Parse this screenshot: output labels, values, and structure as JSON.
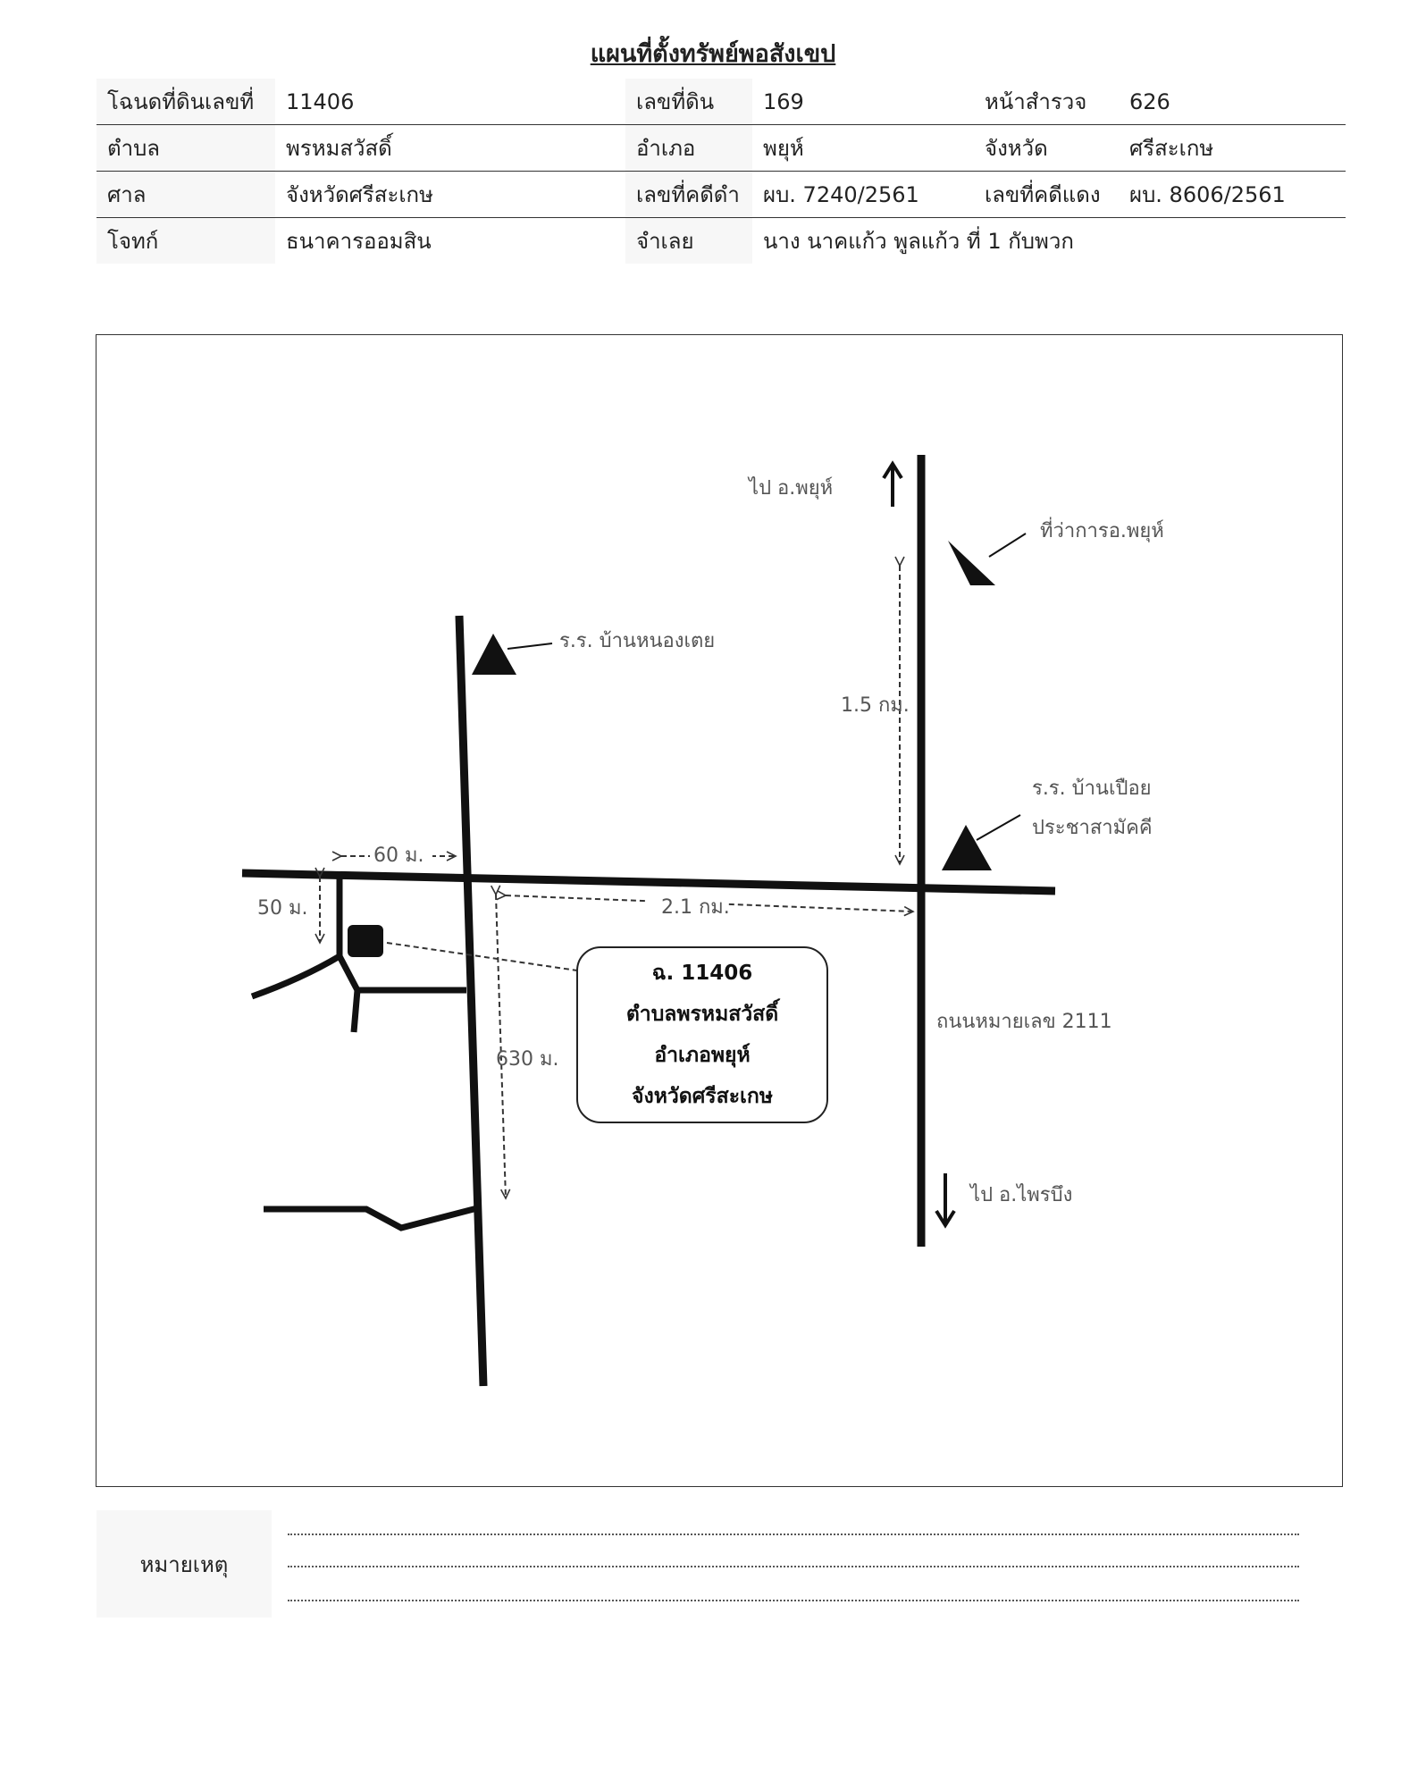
{
  "title": "แผนที่ตั้งทรัพย์พอสังเขป",
  "info": {
    "rows": [
      [
        {
          "label": "โฉนดที่ดินเลขที่"
        },
        {
          "value": "11406"
        },
        {
          "label": "เลขที่ดิน"
        },
        {
          "value": "169"
        },
        {
          "label": "หน้าสำรวจ"
        },
        {
          "value": "626"
        }
      ],
      [
        {
          "label": "ตำบล"
        },
        {
          "value": "พรหมสวัสดิ์"
        },
        {
          "label": "อำเภอ"
        },
        {
          "value": "พยุห์"
        },
        {
          "label": "จังหวัด"
        },
        {
          "value": "ศรีสะเกษ"
        }
      ],
      [
        {
          "label": "ศาล"
        },
        {
          "value": "จังหวัดศรีสะเกษ"
        },
        {
          "label": "เลขที่คดีดำ"
        },
        {
          "value": "ผบ. 7240/2561"
        },
        {
          "label": "เลขที่คดีแดง"
        },
        {
          "value": "ผบ. 8606/2561"
        }
      ],
      [
        {
          "label": "โจทก์"
        },
        {
          "value": "ธนาคารออมสิน"
        },
        {
          "label": "จำเลย"
        },
        {
          "value": "นาง นาคแก้ว พูลแก้ว ที่ 1 กับพวก"
        }
      ]
    ]
  },
  "map": {
    "to_phayu": "ไป อ.พยุห์",
    "district_office": "ที่ว่าการอ.พยุห์",
    "school_nongtoei": "ร.ร. บ้านหนองเตย",
    "school_pueai_line1": "ร.ร. บ้านเปือย",
    "school_pueai_line2": "ประชาสามัคคี",
    "dist_1_5km": "1.5 กม.",
    "dist_60m": "60 ม.",
    "dist_50m": "50 ม.",
    "dist_2_1km": "2.1 กม.",
    "dist_630m": "630 ม.",
    "road_2111": "ถนนหมายเลข 2111",
    "to_phraibueng": "ไป อ.ไพรบึง",
    "plot_box": {
      "line1": "ฉ. 11406",
      "line2": "ตำบลพรหมสวัสดิ์",
      "line3": "อำเภอพยุห์",
      "line4": "จังหวัดศรีสะเกษ"
    }
  },
  "remarks": {
    "label": "หมายเหตุ"
  }
}
